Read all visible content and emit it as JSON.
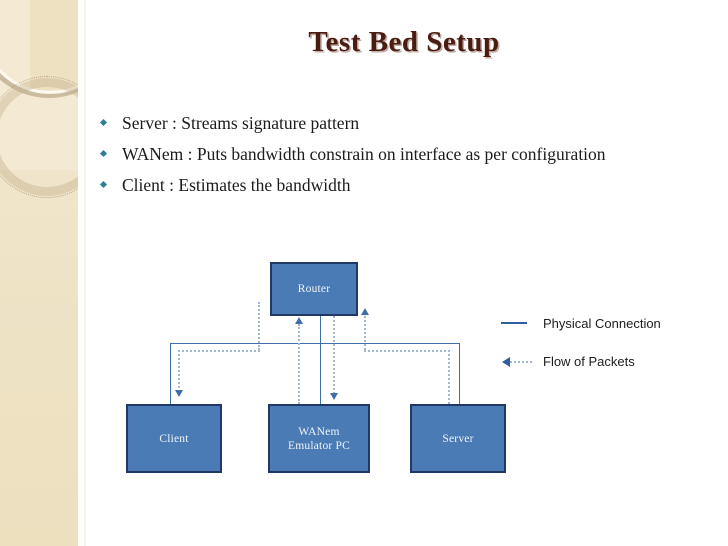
{
  "slide": {
    "title": "Test Bed Setup",
    "title_color": "#4b1c11",
    "background": "#ffffff"
  },
  "bullets": [
    {
      "text": "Server : Streams signature pattern"
    },
    {
      "text": "WANem : Puts bandwidth constrain on interface as per configuration"
    },
    {
      "text": "Client :  Estimates the bandwidth"
    }
  ],
  "diagram": {
    "node_fill": "#4a7bb5",
    "node_border": "#1f3864",
    "nodes": [
      {
        "id": "router",
        "label": "Router"
      },
      {
        "id": "client",
        "label": "Client"
      },
      {
        "id": "wanem",
        "label": "WANem\nEmulator PC"
      },
      {
        "id": "wanem_line1",
        "label": "WANem"
      },
      {
        "id": "wanem_line2",
        "label": "Emulator PC"
      },
      {
        "id": "server",
        "label": "Server"
      }
    ]
  },
  "legend": {
    "items": [
      {
        "label": "Physical Connection",
        "style": "solid",
        "color": "#2f5f9e"
      },
      {
        "label": "Flow of Packets",
        "style": "dotted-arrow",
        "color": "#9fb6d4"
      }
    ]
  }
}
